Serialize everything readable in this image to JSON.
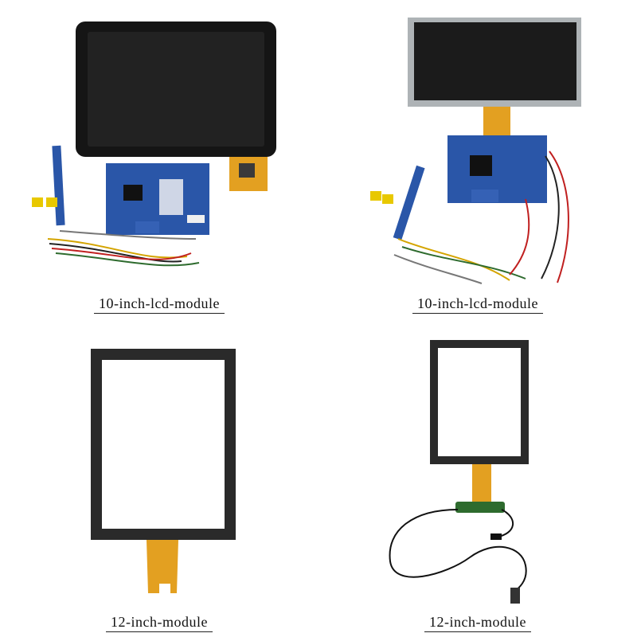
{
  "items": [
    {
      "caption": "10-inch-lcd-module"
    },
    {
      "caption": "10-inch-lcd-module"
    },
    {
      "caption": "12-inch-module"
    },
    {
      "caption": "12-inch-module"
    }
  ],
  "colors": {
    "pcb": "#2a56a8",
    "flex": "#e3a021",
    "panel": "#161616",
    "background": "#ffffff"
  }
}
